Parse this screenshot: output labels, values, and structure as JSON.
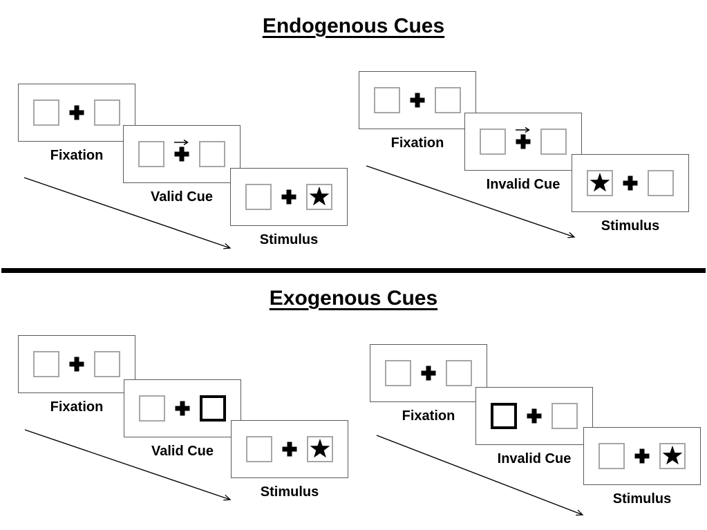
{
  "sections": [
    {
      "id": "endogenous",
      "title": "Endogenous Cues",
      "groups": [
        {
          "id": "valid-trial",
          "panels": [
            {
              "label": "Fixation",
              "kind": "fixation"
            },
            {
              "label": "Valid Cue",
              "kind": "cue",
              "cue_style": "arrow",
              "arrow_direction": "right"
            },
            {
              "label": "Stimulus",
              "kind": "stimulus",
              "star_side": "right"
            }
          ]
        },
        {
          "id": "invalid-trial",
          "panels": [
            {
              "label": "Fixation",
              "kind": "fixation"
            },
            {
              "label": "Invalid Cue",
              "kind": "cue",
              "cue_style": "arrow",
              "arrow_direction": "right"
            },
            {
              "label": "Stimulus",
              "kind": "stimulus",
              "star_side": "left"
            }
          ]
        }
      ]
    },
    {
      "id": "exogenous",
      "title": "Exogenous Cues",
      "groups": [
        {
          "id": "valid-trial",
          "panels": [
            {
              "label": "Fixation",
              "kind": "fixation"
            },
            {
              "label": "Valid Cue",
              "kind": "cue",
              "cue_style": "highlight-box",
              "cue_side": "right"
            },
            {
              "label": "Stimulus",
              "kind": "stimulus",
              "star_side": "right"
            }
          ]
        },
        {
          "id": "invalid-trial",
          "panels": [
            {
              "label": "Fixation",
              "kind": "fixation"
            },
            {
              "label": "Invalid Cue",
              "kind": "cue",
              "cue_style": "highlight-box",
              "cue_side": "left"
            },
            {
              "label": "Stimulus",
              "kind": "stimulus",
              "star_side": "right"
            }
          ]
        }
      ]
    }
  ],
  "colors": {
    "background": "#ffffff",
    "ink": "#000000",
    "panel_border": "#595959",
    "box_border": "#a6a6a6",
    "cue_box_border": "#000000"
  }
}
